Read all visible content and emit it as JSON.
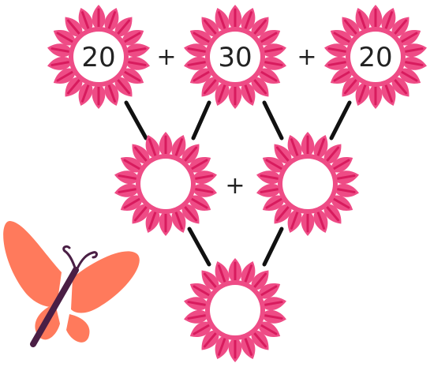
{
  "puzzle": {
    "top_row": {
      "left_value": "20",
      "middle_value": "30",
      "right_value": "20"
    },
    "operators": {
      "top_left": "+",
      "top_right": "+",
      "middle": "+"
    },
    "middle_row": {
      "left_value": "",
      "right_value": ""
    },
    "bottom_row": {
      "value": ""
    }
  },
  "colors": {
    "petal_outer": "#ee4c86",
    "petal_inner": "#d81b5e",
    "center": "#ffffff",
    "line": "#111111",
    "butterfly_wing": "#ff7a5c",
    "butterfly_body": "#4a1f45"
  },
  "icons": {
    "flower": "flower-icon",
    "butterfly": "butterfly-icon"
  }
}
